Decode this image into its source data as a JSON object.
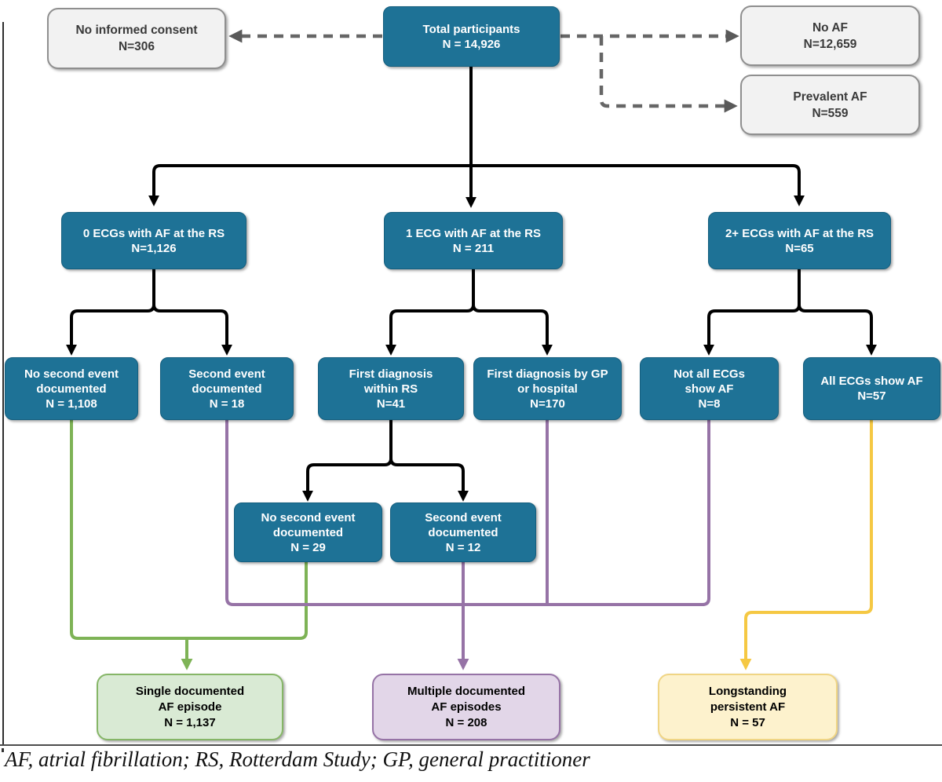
{
  "figure": {
    "caption": "AF, atrial fibrillation; RS, Rotterdam Study; GP, general practitioner"
  },
  "colors": {
    "node_teal": "#1e7296",
    "node_grey": "#f2f2f2",
    "node_green_fill": "#d9ead4",
    "node_green_stroke": "#86b667",
    "node_purple_fill": "#e2d6e8",
    "node_purple_stroke": "#9673a6",
    "node_yellow_fill": "#fdf2cd",
    "node_yellow_stroke": "#f0d584",
    "line_black": "#000000",
    "line_dashed_grey": "#666666",
    "line_green": "#7eb356",
    "line_purple": "#9673a6",
    "line_yellow": "#f5c843"
  },
  "nodes": {
    "no_informed_consent": {
      "text": "No informed consent\nN=306"
    },
    "total_participants": {
      "text": "Total participants\nN = 14,926"
    },
    "no_af": {
      "text": "No AF\nN=12,659"
    },
    "prevalent_af": {
      "text": "Prevalent AF\nN=559"
    },
    "zero_ecgs": {
      "text": "0 ECGs with AF at the RS\nN=1,126"
    },
    "one_ecg": {
      "text": "1 ECG with AF at the RS\nN = 211"
    },
    "two_plus_ecgs": {
      "text": "2+ ECGs with AF at the RS\nN=65"
    },
    "no_second_event_a": {
      "text": "No second event\ndocumented\nN = 1,108"
    },
    "second_event_a": {
      "text": "Second event\ndocumented\nN = 18"
    },
    "first_diagnosis_rs": {
      "text": "First diagnosis\nwithin RS\nN=41"
    },
    "first_diagnosis_gp": {
      "text": "First diagnosis by GP\nor hospital\nN=170"
    },
    "not_all_ecgs": {
      "text": "Not all ECGs\nshow AF\nN=8"
    },
    "all_ecgs": {
      "text": "All ECGs show AF\nN=57"
    },
    "no_second_event_b": {
      "text": "No second event\ndocumented\nN = 29"
    },
    "second_event_b": {
      "text": "Second event\ndocumented\nN = 12"
    },
    "single_af_episode": {
      "text": "Single documented\nAF episode\nN = 1,137"
    },
    "multiple_af_episodes": {
      "text": "Multiple documented\nAF episodes\nN = 208"
    },
    "longstanding_af": {
      "text": "Longstanding\npersistent AF\nN = 57"
    }
  }
}
